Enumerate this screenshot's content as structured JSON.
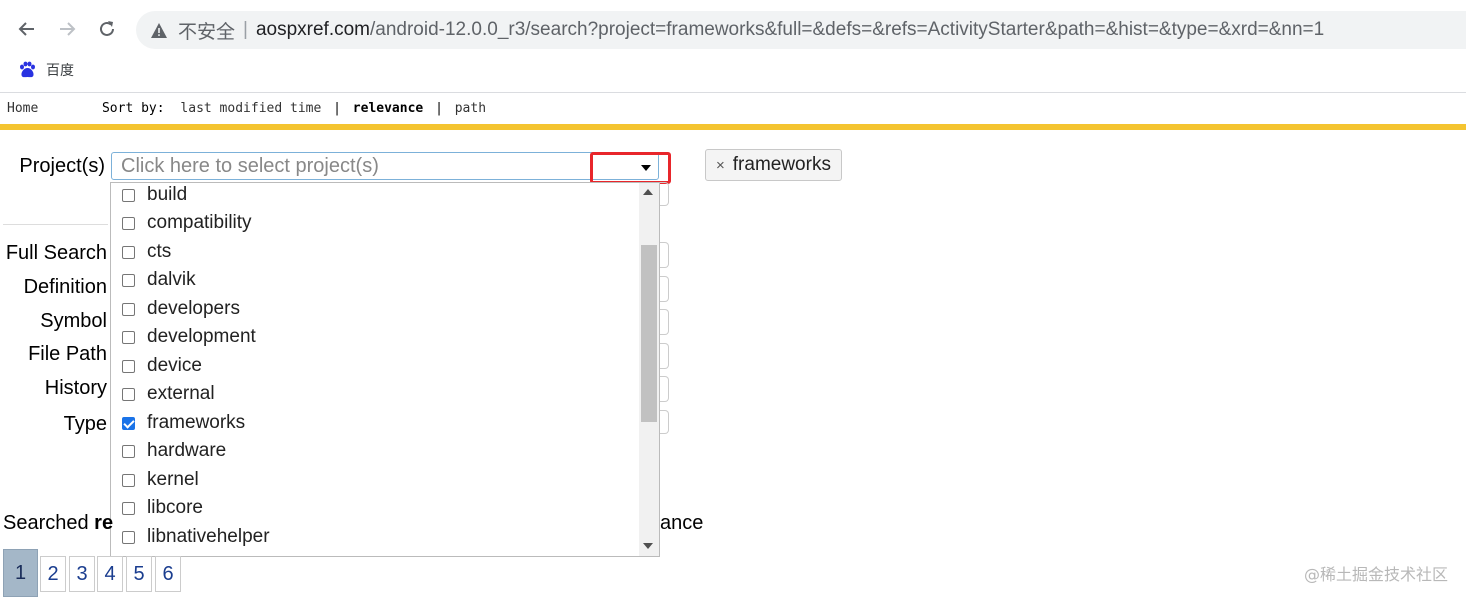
{
  "browser": {
    "omnibox": {
      "insecure_label": "不安全",
      "separator": "|",
      "host": "aospxref.com",
      "path": "/android-12.0.0_r3/search?project=frameworks&full=&defs=&refs=ActivityStarter&path=&hist=&type=&xrd=&nn=1"
    },
    "bookmarks": [
      {
        "label": "百度",
        "icon": "baidu-paw-icon"
      }
    ]
  },
  "menu": {
    "home": "Home",
    "sort_by": "Sort by:",
    "last_modified": "last modified time",
    "relevance": "relevance",
    "path": "path"
  },
  "form": {
    "project_label": "Project(s)",
    "project_placeholder": "Click here to select project(s)",
    "selected_chip": "frameworks",
    "chip_remove": "×",
    "fields": [
      "Full Search",
      "Definition",
      "Symbol",
      "File Path",
      "History",
      "Type"
    ]
  },
  "dropdown": {
    "options": [
      {
        "label": "build",
        "checked": false
      },
      {
        "label": "compatibility",
        "checked": false
      },
      {
        "label": "cts",
        "checked": false
      },
      {
        "label": "dalvik",
        "checked": false
      },
      {
        "label": "developers",
        "checked": false
      },
      {
        "label": "development",
        "checked": false
      },
      {
        "label": "device",
        "checked": false
      },
      {
        "label": "external",
        "checked": false
      },
      {
        "label": "frameworks",
        "checked": true
      },
      {
        "label": "hardware",
        "checked": false
      },
      {
        "label": "kernel",
        "checked": false
      },
      {
        "label": "libcore",
        "checked": false
      },
      {
        "label": "libnativehelper",
        "checked": false
      }
    ]
  },
  "results": {
    "searched_prefix": "Searched ",
    "searched_bold": "re",
    "trailing_fragment": "ance"
  },
  "pagination": [
    "1",
    "2",
    "3",
    "4",
    "5",
    "6"
  ],
  "watermark": "@稀土掘金技术社区",
  "colors": {
    "accent_bar": "#f4c430",
    "highlight_box": "#e8262b",
    "checkbox_checked": "#1a73e8",
    "page_selected": "#a4b7c8"
  }
}
